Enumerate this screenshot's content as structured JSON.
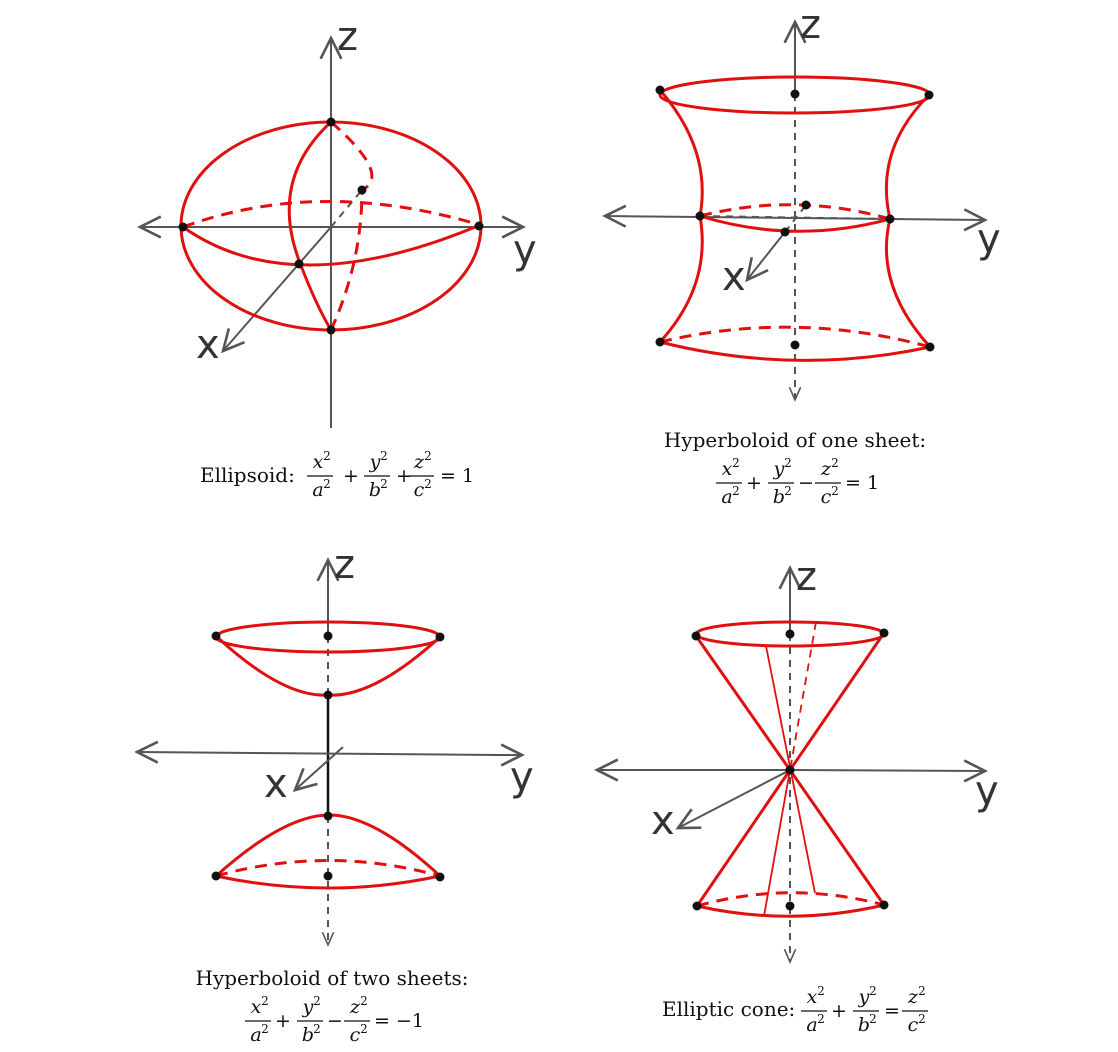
{
  "axis_labels": {
    "x": "x",
    "y": "y",
    "z": "z"
  },
  "colors": {
    "surface": "#e01010",
    "axis": "#555555",
    "point": "#111111"
  },
  "captions": {
    "ellipsoid": {
      "name": "Ellipsoid:",
      "op1": "+",
      "op2": "+",
      "rhs": "= 1"
    },
    "one_sheet": {
      "name": "Hyperboloid of one sheet:",
      "op1": "+",
      "op2": "−",
      "rhs": "= 1"
    },
    "two_sheets": {
      "name": "Hyperboloid of two sheets:",
      "op1": "+",
      "op2": "−",
      "rhs": "= −1"
    },
    "cone": {
      "name": "Elliptic cone:",
      "op1": "+",
      "op2": "=",
      "rhs": ""
    }
  },
  "fraction_terms": {
    "n1": "x",
    "d1": "a",
    "n2": "y",
    "d2": "b",
    "n3": "z",
    "d3": "c",
    "exp": "2"
  }
}
